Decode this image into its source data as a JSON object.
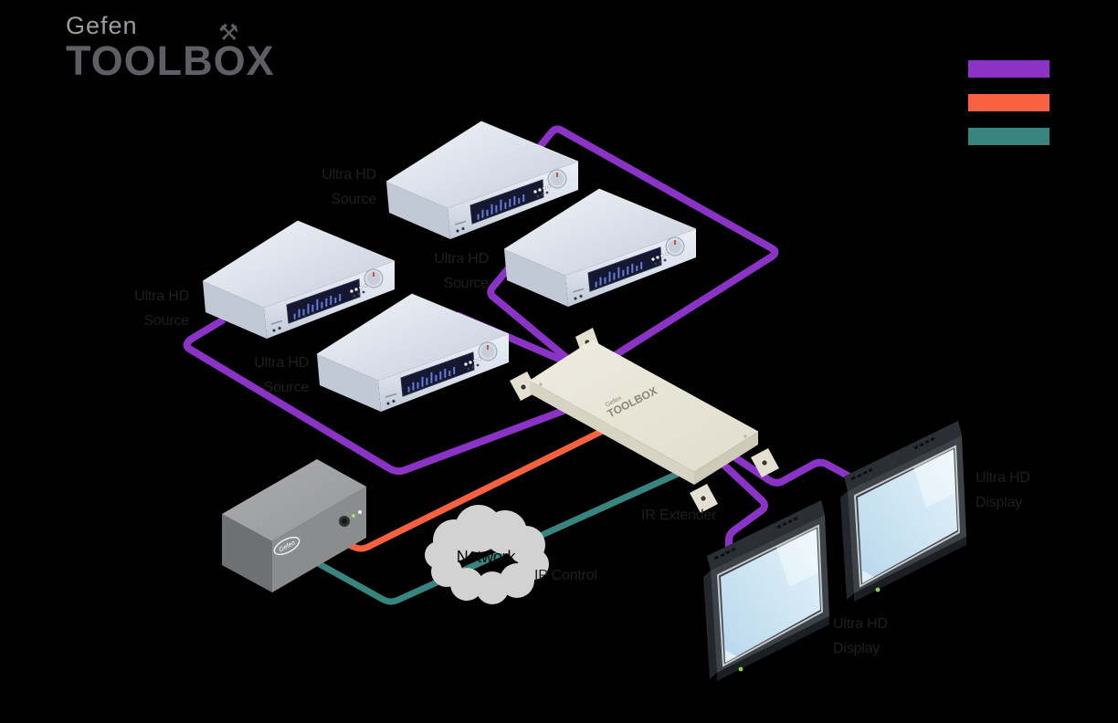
{
  "brand": {
    "name_small": "Gefen",
    "name_large": "TOOLBOX",
    "tools_icon": "⚒"
  },
  "legend": {
    "items": [
      {
        "id": "purple-cable",
        "color": "#8B33C7"
      },
      {
        "id": "orange-cable",
        "color": "#F7613F"
      },
      {
        "id": "teal-cable",
        "color": "#38847F"
      }
    ]
  },
  "labels": {
    "sources": [
      "Ultra HD Source",
      "Ultra HD Source",
      "Ultra HD Source",
      "Ultra HD Source"
    ],
    "displays": [
      "Ultra HD Display",
      "Ultra HD Display"
    ],
    "network_cloud": "Network",
    "ip_control": "IP Control",
    "ir_extender": "IR Extender"
  },
  "matrix": {
    "brand_small": "Gefen",
    "brand_large": "TOOLBOX"
  },
  "control_box": {
    "brand": "Gefen"
  },
  "connections": [
    {
      "from": "ultra-hd-source-1",
      "to": "toolbox-matrix",
      "cable": "purple-cable"
    },
    {
      "from": "ultra-hd-source-2",
      "to": "toolbox-matrix",
      "cable": "purple-cable"
    },
    {
      "from": "ultra-hd-source-3",
      "to": "toolbox-matrix",
      "cable": "purple-cable"
    },
    {
      "from": "ultra-hd-source-4",
      "to": "toolbox-matrix",
      "cable": "purple-cable"
    },
    {
      "from": "toolbox-matrix",
      "to": "ultra-hd-display-1",
      "cable": "purple-cable"
    },
    {
      "from": "toolbox-matrix",
      "to": "ultra-hd-display-2",
      "cable": "purple-cable"
    },
    {
      "from": "control-box",
      "to": "toolbox-matrix",
      "cable": "orange-cable"
    },
    {
      "from": "control-box",
      "to": "network-cloud",
      "cable": "teal-cable"
    },
    {
      "from": "network-cloud",
      "to": "toolbox-matrix",
      "cable": "teal-cable"
    }
  ]
}
